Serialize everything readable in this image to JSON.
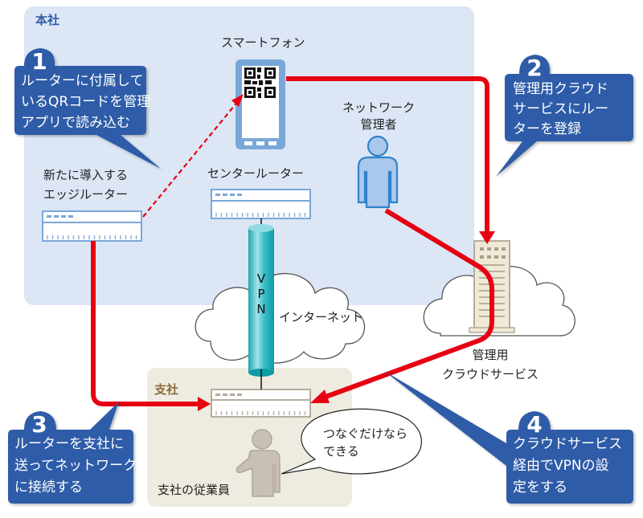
{
  "colors": {
    "hq_bg": "#dce6f5",
    "branch_bg": "#eeece0",
    "callout": "#2e5ba8",
    "arrow_red": "#e60012",
    "router_blue": "#7aa7d9",
    "router_beige": "#b7ab9c",
    "vpn_pipe": "#26b2bd",
    "person_blue_fill": "#a9c8eb",
    "person_blue_stroke": "#2f83c9",
    "person_beige": "#c8bfb6",
    "building": "#efe9d6",
    "hq_title": "#2e5ba8",
    "branch_title": "#8d6a3a"
  },
  "zones": {
    "hq": {
      "title": "本社"
    },
    "branch": {
      "title": "支社"
    }
  },
  "labels": {
    "smartphone": "スマートフォン",
    "network_admin_line1": "ネットワーク",
    "network_admin_line2": "管理者",
    "edge_router_line1": "新たに導入する",
    "edge_router_line2": "エッジルーター",
    "center_router": "センタールーター",
    "internet": "インターネット",
    "vpn_letters": [
      "V",
      "P",
      "N"
    ],
    "cloud_service_line1": "管理用",
    "cloud_service_line2": "クラウドサービス",
    "branch_employee": "支社の従業員",
    "speech_line1": "つなぐだけなら",
    "speech_line2": "できる"
  },
  "callouts": [
    {
      "number": "1",
      "lines": [
        "ルーターに付属して",
        "いるQRコードを管理",
        "アプリで読み込む"
      ]
    },
    {
      "number": "2",
      "lines": [
        "管理用クラウド",
        "サービスにルー",
        "ターを登録"
      ]
    },
    {
      "number": "3",
      "lines": [
        "ルーターを支社に",
        "送ってネットワーク",
        "に接続する"
      ]
    },
    {
      "number": "4",
      "lines": [
        "クラウドサービス",
        "経由でVPNの設",
        "定をする"
      ]
    }
  ]
}
